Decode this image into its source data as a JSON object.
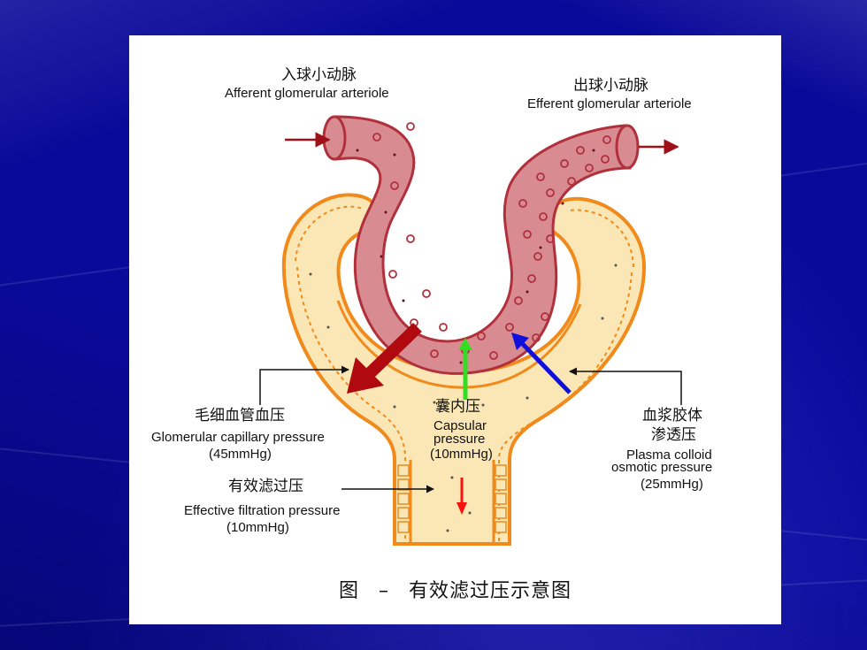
{
  "afferent": {
    "zh": "入球小动脉",
    "en": "Afferent glomerular arteriole"
  },
  "efferent": {
    "zh": "出球小动脉",
    "en": "Efferent glomerular arteriole"
  },
  "glomerular_pressure": {
    "zh": "毛细血管血压",
    "en": "Glomerular capillary pressure",
    "value": "(45mmHg)"
  },
  "capsular_pressure": {
    "zh": "囊内压",
    "en_line1": "Capsular",
    "en_line2": "pressure",
    "value": "(10mmHg)"
  },
  "colloid_pressure": {
    "zh_line1": "血浆胶体",
    "zh_line2": "渗透压",
    "en_line1": "Plasma colloid",
    "en_line2": "osmotic pressure",
    "value": "(25mmHg)"
  },
  "effective_filtration": {
    "zh": "有效滤过压",
    "en": "Effective filtration pressure",
    "value": "(10mmHg)"
  },
  "caption": {
    "prefix": "图",
    "dash": "–",
    "title": "有效滤过压示意图"
  },
  "colors": {
    "background": "#0a0a9a",
    "vessel_fill": "#d98b92",
    "vessel_outline": "#b0303c",
    "capsule_fill": "#fbe7b5",
    "capsule_outline": "#f08a1c",
    "arrow_red": "#b00a10",
    "arrow_green": "#33dd22",
    "arrow_blue": "#1010dd",
    "arrow_small_red": "#ff1010"
  }
}
